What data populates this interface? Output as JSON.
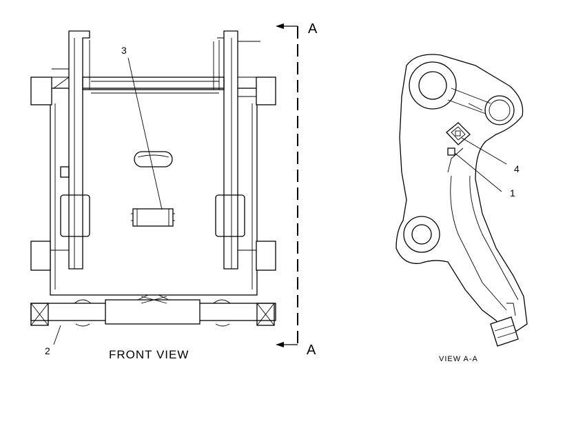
{
  "front_view": {
    "caption": "FRONT VIEW",
    "callouts": {
      "c2": "2",
      "c3": "3"
    },
    "section_marker_top": "A",
    "section_marker_bottom": "A"
  },
  "section_view": {
    "caption": "VIEW A-A",
    "callouts": {
      "c1": "1",
      "c4": "4"
    }
  }
}
